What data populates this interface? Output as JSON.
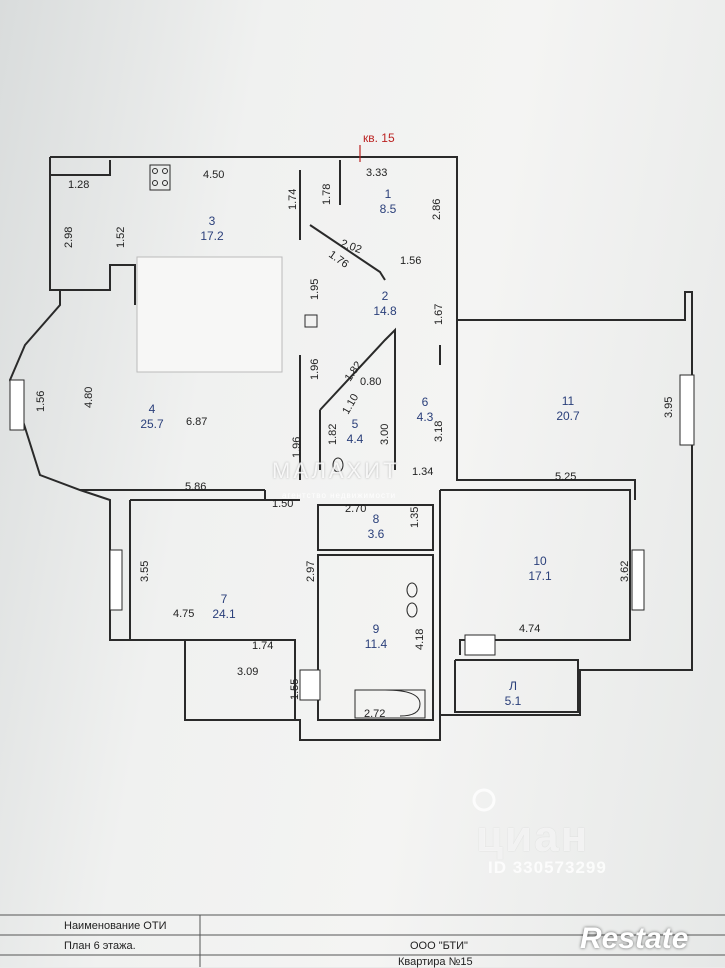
{
  "apartment_label": "кв. 15",
  "rooms": [
    {
      "num": "1",
      "area": "8.5"
    },
    {
      "num": "2",
      "area": "14.8"
    },
    {
      "num": "3",
      "area": "17.2"
    },
    {
      "num": "4",
      "area": "25.7"
    },
    {
      "num": "5",
      "area": "4.4"
    },
    {
      "num": "6",
      "area": "4.3"
    },
    {
      "num": "7",
      "area": "24.1"
    },
    {
      "num": "8",
      "area": "3.6"
    },
    {
      "num": "9",
      "area": "11.4"
    },
    {
      "num": "10",
      "area": "17.1"
    },
    {
      "num": "11",
      "area": "20.7"
    },
    {
      "num": "Л",
      "area": "5.1"
    }
  ],
  "dimensions": [
    "1.28",
    "4.50",
    "1.74",
    "1.78",
    "3.33",
    "2.98",
    "1.52",
    "2.86",
    "2.02",
    "1.76",
    "1.56",
    "1.95",
    "1.67",
    "1.96",
    "1.82",
    "0.80",
    "4.80",
    "6.87",
    "1.10",
    "1.56",
    "3.18",
    "3.95",
    "1.82",
    "3.00",
    "1.96",
    "1.34",
    "5.25",
    "5.86",
    "1.50",
    "2.70",
    "1.35",
    "3.55",
    "2.97",
    "3.62",
    "4.75",
    "4.18",
    "4.74",
    "1.74",
    "3.09",
    "1.55",
    "2.72"
  ],
  "watermarks": {
    "brand": "МАЛАХИТ",
    "brand_sub": "агентство недвижимости",
    "cian": "циан",
    "cian_id": "ID 330573299",
    "restate": "Restate"
  },
  "footer": {
    "row1": "Наименование ОТИ",
    "row2": "План 6 этажа.",
    "org": "ООО \"БТИ\"",
    "apt": "Квартира №15"
  }
}
